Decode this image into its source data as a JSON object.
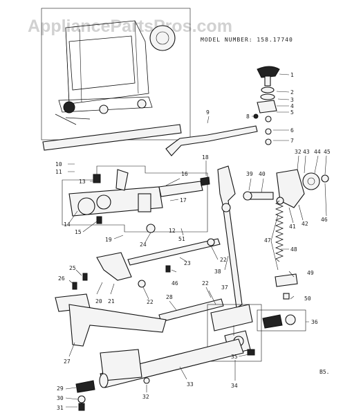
{
  "watermark": "AppliancePartsPros.com",
  "model_number": "MODEL NUMBER: 158.17740",
  "page_mark": "B5.",
  "callouts": [
    "1",
    "2",
    "3",
    "4",
    "5",
    "6",
    "7",
    "8",
    "9",
    "10",
    "11",
    "12",
    "13",
    "14",
    "15",
    "16",
    "17",
    "18",
    "19",
    "20",
    "21",
    "22",
    "22",
    "22",
    "23",
    "24",
    "25",
    "26",
    "27",
    "28",
    "29",
    "30",
    "31",
    "32",
    "32",
    "33",
    "34",
    "35",
    "36",
    "37",
    "38",
    "39",
    "40",
    "41",
    "42",
    "43",
    "44",
    "45",
    "46",
    "46",
    "47",
    "48",
    "49",
    "50",
    "51"
  ]
}
